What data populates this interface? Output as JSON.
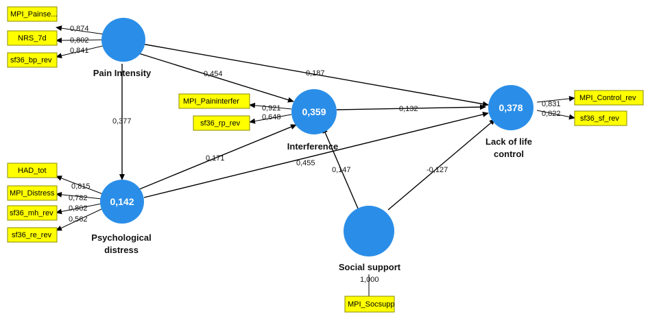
{
  "colors": {
    "construct": "#2a8ee8",
    "indicator_fill": "#ffff00",
    "indicator_border": "#8a8a00",
    "line": "#000000"
  },
  "constructs": {
    "pain_intensity": {
      "label": "Pain Intensity",
      "r2": ""
    },
    "psych_distress": {
      "label_line1": "Psychological",
      "label_line2": "distress",
      "r2": "0,142"
    },
    "interference": {
      "label": "Interference",
      "r2": "0,359"
    },
    "lack_control": {
      "label_line1": "Lack of life",
      "label_line2": "control",
      "r2": "0,378"
    },
    "social_support": {
      "label": "Social support",
      "r2": ""
    }
  },
  "indicators": {
    "mpi_painse": "MPI_Painse...",
    "nrs_7d": "NRS_7d",
    "sf36_bp_rev": "sf36_bp_rev",
    "mpi_paininterfer": "MPI_Paininterfer",
    "sf36_rp_rev": "sf36_rp_rev",
    "mpi_control_rev": "MPI_Control_rev",
    "sf36_sf_rev": "sf36_sf_rev",
    "had_tot": "HAD_tot",
    "mpi_distress": "MPI_Distress",
    "sf36_mh_rev": "sf36_mh_rev",
    "sf36_re_rev": "sf36_re_rev",
    "mpi_socsupp": "MPI_Socsupp"
  },
  "loadings": {
    "mpi_painse": "0,874",
    "nrs_7d": "0,802",
    "sf36_bp_rev": "0,841",
    "mpi_paininterfer": "0,921",
    "sf36_rp_rev": "0,648",
    "mpi_control_rev": "0,831",
    "sf36_sf_rev": "0,822",
    "had_tot": "0,815",
    "mpi_distress": "0,782",
    "sf36_mh_rev": "0,802",
    "sf36_re_rev": "0,562",
    "mpi_socsupp": "1,000"
  },
  "paths": {
    "pain_to_interference": "0,454",
    "pain_to_lack": "0,187",
    "pain_to_psych": "0,377",
    "psych_to_interference": "0,171",
    "psych_to_lack": "0,455",
    "interference_to_lack": "0,132",
    "social_to_interference": "0,147",
    "social_to_lack": "-0,127"
  }
}
